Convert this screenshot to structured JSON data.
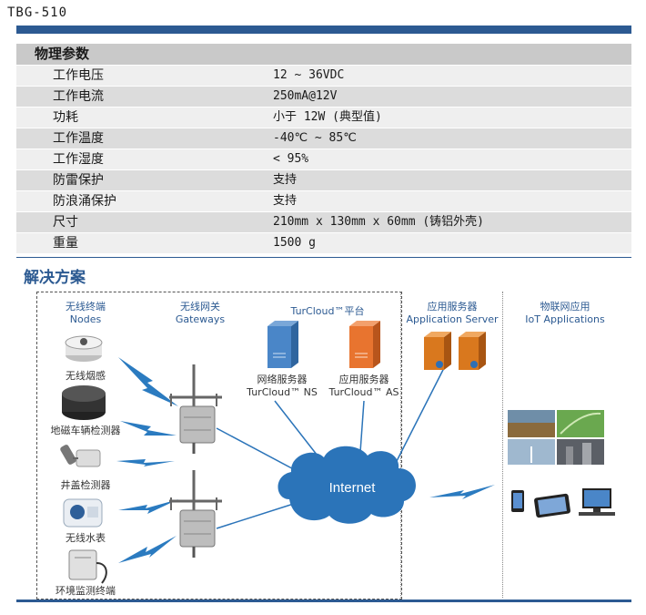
{
  "model": "TBG-510",
  "specs": {
    "header": "物理参数",
    "rows": [
      {
        "key": "工作电压",
        "value": "12 ~ 36VDC"
      },
      {
        "key": "工作电流",
        "value": "250mA@12V"
      },
      {
        "key": "功耗",
        "value": "小于 12W (典型值)"
      },
      {
        "key": "工作温度",
        "value": "-40℃ ~ 85℃"
      },
      {
        "key": "工作湿度",
        "value": "< 95%"
      },
      {
        "key": "防雷保护",
        "value": "支持"
      },
      {
        "key": "防浪涌保护",
        "value": "支持"
      },
      {
        "key": "尺寸",
        "value": "210mm x 130mm x 60mm (铸铝外壳)"
      },
      {
        "key": "重量",
        "value": "1500 g"
      }
    ]
  },
  "solution": {
    "title": "解决方案",
    "nodes_title": "无线终端",
    "nodes_title_en": "Nodes",
    "gateways_title": "无线网关",
    "gateways_title_en": "Gateways",
    "platform_title": "TurCloud™平台",
    "ns_label": "网络服务器",
    "ns_label_en": "TurCloud™ NS",
    "as_label": "应用服务器",
    "as_label_en": "TurCloud™ AS",
    "app_server_title": "应用服务器",
    "app_server_title_en": "Application Server",
    "iot_title": "物联网应用",
    "iot_title_en": "IoT Applications",
    "internet": "Internet",
    "nodes": [
      "无线烟感",
      "地磁车辆检测器",
      "井盖检测器",
      "无线水表",
      "环境监测终端"
    ]
  },
  "colors": {
    "accent": "#2c5a92",
    "bolt": "#2b7bc0",
    "server_blue": "#4a86c8",
    "server_orange": "#e8742f",
    "cloud": "#2b74b9"
  }
}
